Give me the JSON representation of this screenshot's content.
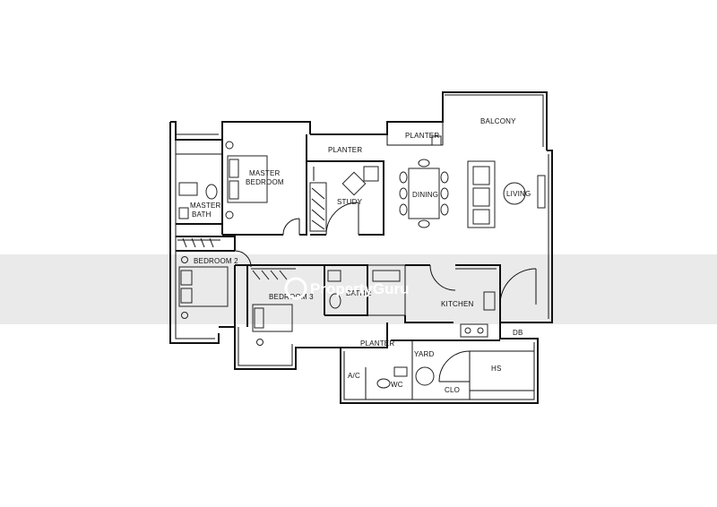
{
  "rooms": {
    "balcony": "BALCONY",
    "planter_top": "PLANTER",
    "planter_study": "PLANTER",
    "master_bedroom_line1": "MASTER",
    "master_bedroom_line2": "BEDROOM",
    "master_bath_line1": "MASTER",
    "master_bath_line2": "BATH",
    "study": "STUDY",
    "dining": "DINING",
    "living": "LIVING",
    "bedroom2": "BEDROOM 2",
    "bedroom3": "BEDROOM 3",
    "bath2": "BATH 2",
    "kitchen": "KITCHEN",
    "db": "DB",
    "planter_yard": "PLANTER",
    "yard": "YARD",
    "ac": "A/C",
    "wc": "WC",
    "clo": "CLO",
    "hs": "HS"
  },
  "watermark": {
    "text": "PropertyGuru"
  }
}
